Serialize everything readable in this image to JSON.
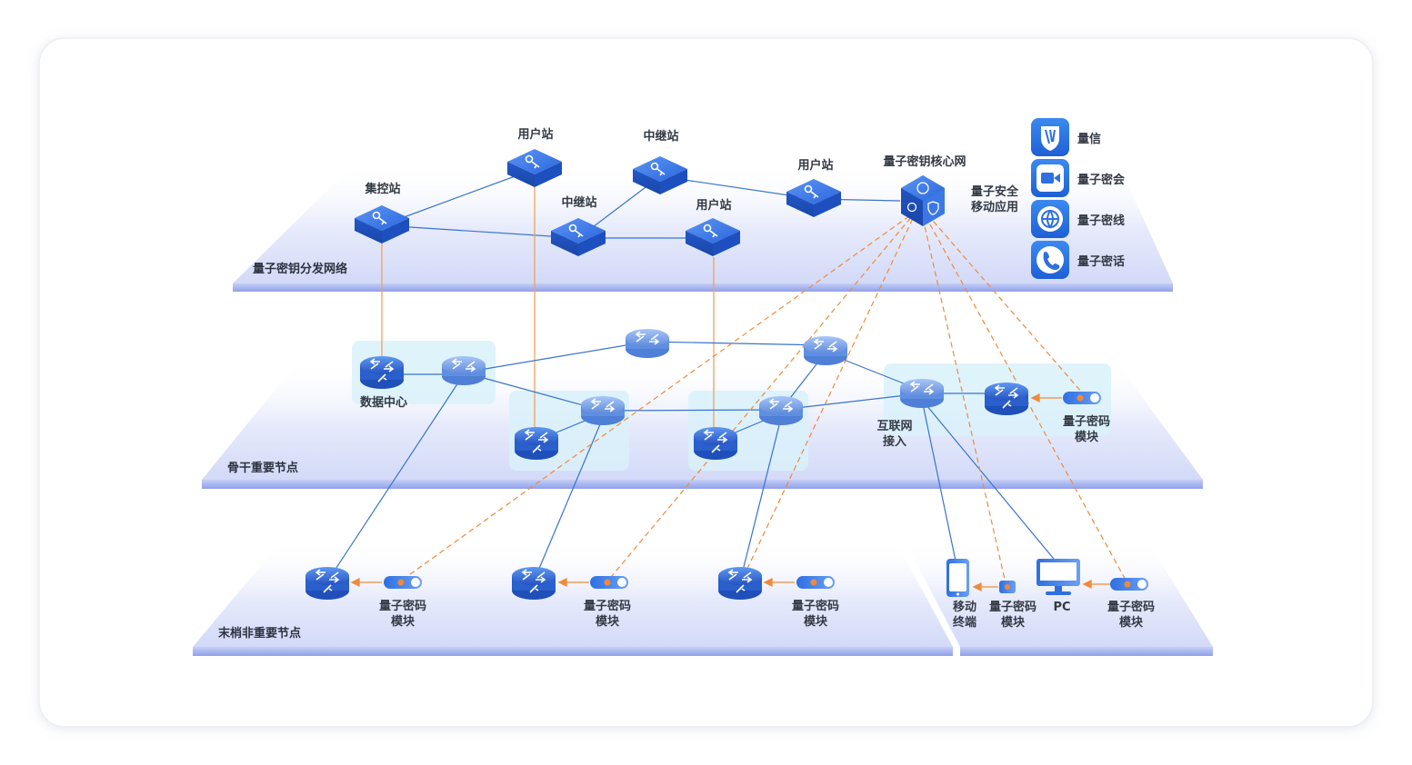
{
  "colors": {
    "device_blue": "#2f6fe0",
    "line_blue": "#3a74c9",
    "line_orange": "#f0a060",
    "dash_orange": "#ef8a3a",
    "plane_fill": "#eef1fc",
    "plane_edge": "#a9b6f0",
    "zone_fill": "#d9f1fa",
    "text": "#333a44"
  },
  "layers": {
    "top": "量子密钥分发网络",
    "middle": "骨干重要节点",
    "bottom": "末梢非重要节点"
  },
  "stations": {
    "jikong": "集控站",
    "user1": "用户站",
    "relay1": "中继站",
    "relay2": "中继站",
    "user2": "用户站",
    "user3": "用户站",
    "core": "量子密钥核心网"
  },
  "apps": {
    "heading_line1": "量子安全",
    "heading_line2": "移动应用",
    "items": [
      {
        "icon": "shield-icon",
        "label": "量信"
      },
      {
        "icon": "video-icon",
        "label": "量子密会"
      },
      {
        "icon": "globe-icon",
        "label": "量子密线"
      },
      {
        "icon": "phone-icon",
        "label": "量子密话"
      }
    ]
  },
  "middle_labels": {
    "datacenter": "数据中心",
    "internet_line1": "互联网",
    "internet_line2": "接入",
    "qmodule_line1": "量子密码",
    "qmodule_line2": "模块"
  },
  "bottom_labels": {
    "module_line1": "量子密码",
    "module_line2": "模块",
    "mobile_line1": "移动",
    "mobile_line2": "终端",
    "pc": "PC"
  }
}
